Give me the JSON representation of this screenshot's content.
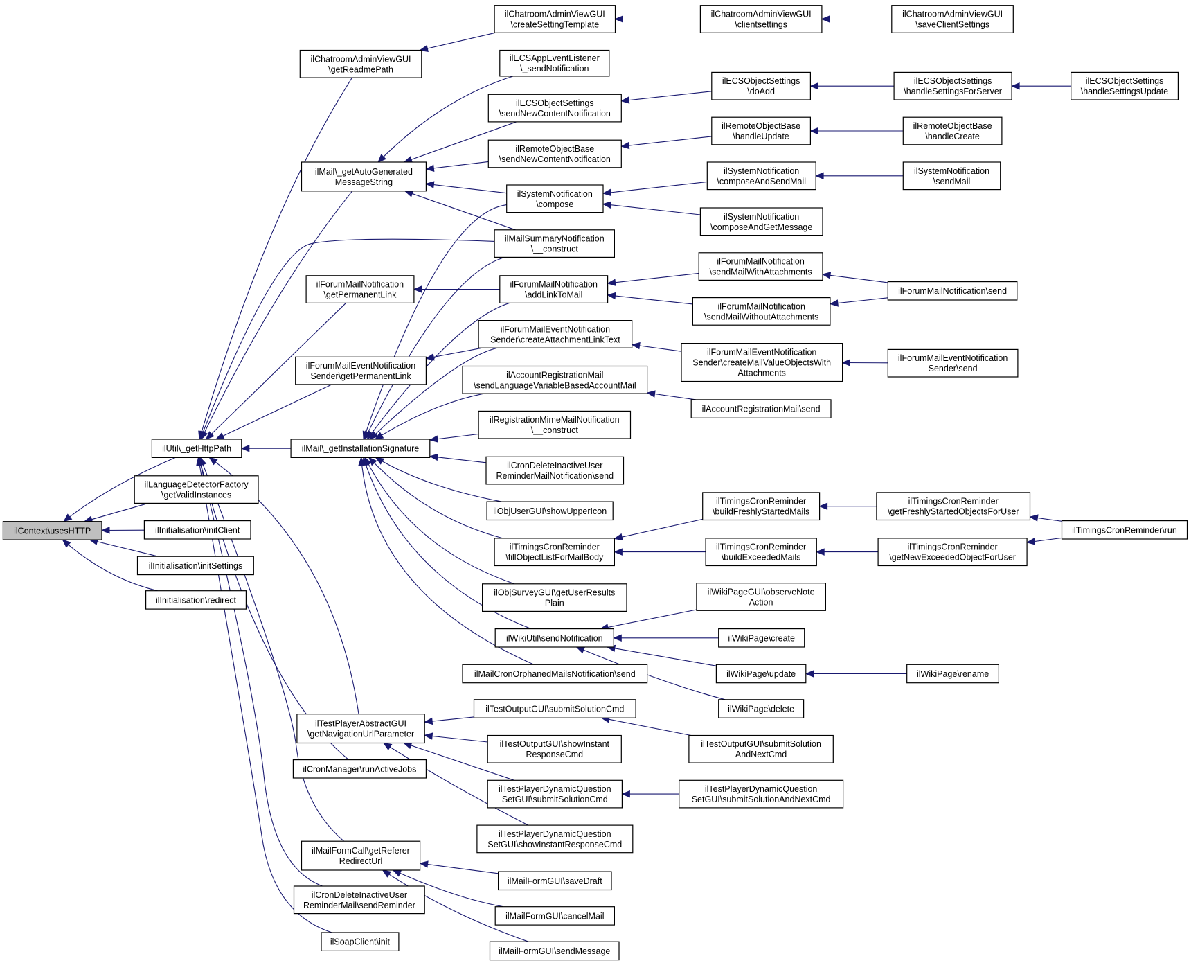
{
  "diagram": {
    "type": "caller-graph",
    "edge_color": "#191970",
    "root_fill": "#bfbfbf",
    "nodes": {
      "root": [
        "ilContext\\usesHTTP"
      ],
      "gethttppath": [
        "ilUtil\\_getHttpPath"
      ],
      "langdetect": [
        "ilLanguageDetectorFactory",
        "\\getValidInstances"
      ],
      "initclient": [
        "ilInitialisation\\initClient"
      ],
      "initsettings": [
        "ilInitialisation\\initSettings"
      ],
      "redirect": [
        "ilInitialisation\\redirect"
      ],
      "readme": [
        "ilChatroomAdminViewGUI",
        "\\getReadmePath"
      ],
      "autogen": [
        "ilMail\\_getAutoGenerated",
        "MessageString"
      ],
      "forumperm": [
        "ilForumMailNotification",
        "\\getPermanentLink"
      ],
      "forumevperm": [
        "ilForumMailEventNotification",
        "Sender\\getPermanentLink"
      ],
      "instsig": [
        "ilMail\\_getInstallationSignature"
      ],
      "testnav": [
        "ilTestPlayerAbstractGUI",
        "\\getNavigationUrlParameter"
      ],
      "cronrun": [
        "ilCronManager\\runActiveJobs"
      ],
      "formcall": [
        "ilMailFormCall\\getReferer",
        "RedirectUrl"
      ],
      "crondelrem": [
        "ilCronDeleteInactiveUser",
        "ReminderMail\\sendReminder"
      ],
      "soapinit": [
        "ilSoapClient\\init"
      ],
      "chatcreate": [
        "ilChatroomAdminViewGUI",
        "\\createSettingTemplate"
      ],
      "ecsapp": [
        "ilECSAppEventListener",
        "\\_sendNotification"
      ],
      "ecssend": [
        "ilECSObjectSettings",
        "\\sendNewContentNotification"
      ],
      "remotesend": [
        "ilRemoteObjectBase",
        "\\sendNewContentNotification"
      ],
      "syscompose": [
        "ilSystemNotification",
        "\\compose"
      ],
      "mailsummary": [
        "ilMailSummaryNotification",
        "\\__construct"
      ],
      "forumaddlink": [
        "ilForumMailNotification",
        "\\addLinkToMail"
      ],
      "forumevattach": [
        "ilForumMailEventNotification",
        "Sender\\createAttachmentLinkText"
      ],
      "accreg": [
        "ilAccountRegistrationMail",
        "\\sendLanguageVariableBasedAccountMail"
      ],
      "regmime": [
        "ilRegistrationMimeMailNotification",
        "\\__construct"
      ],
      "crondelsend": [
        "ilCronDeleteInactiveUser",
        "ReminderMailNotification\\send"
      ],
      "objuser": [
        "ilObjUserGUI\\showUpperIcon"
      ],
      "timingsfill": [
        "ilTimingsCronReminder",
        "\\fillObjectListForMailBody"
      ],
      "objsurvey": [
        "ilObjSurveyGUI\\getUserResults",
        "Plain"
      ],
      "wikisend": [
        "ilWikiUtil\\sendNotification"
      ],
      "cronorphan": [
        "ilMailCronOrphanedMailsNotification\\send"
      ],
      "testsubmit": [
        "ilTestOutputGUI\\submitSolutionCmd"
      ],
      "testshow": [
        "ilTestOutputGUI\\showInstant",
        "ResponseCmd"
      ],
      "dynsubmit": [
        "ilTestPlayerDynamicQuestion",
        "SetGUI\\submitSolutionCmd"
      ],
      "dynshow": [
        "ilTestPlayerDynamicQuestion",
        "SetGUI\\showInstantResponseCmd"
      ],
      "savedraft": [
        "ilMailFormGUI\\saveDraft"
      ],
      "cancelmail": [
        "ilMailFormGUI\\cancelMail"
      ],
      "sendmsg": [
        "ilMailFormGUI\\sendMessage"
      ],
      "chatclient": [
        "ilChatroomAdminViewGUI",
        "\\clientsettings"
      ],
      "ecsdoadd": [
        "ilECSObjectSettings",
        "\\doAdd"
      ],
      "remoteupdate": [
        "ilRemoteObjectBase",
        "\\handleUpdate"
      ],
      "syscomposesend": [
        "ilSystemNotification",
        "\\composeAndSendMail"
      ],
      "syscomposeget": [
        "ilSystemNotification",
        "\\composeAndGetMessage"
      ],
      "forumwithatt": [
        "ilForumMailNotification",
        "\\sendMailWithAttachments"
      ],
      "forumwithoutatt": [
        "ilForumMailNotification",
        "\\sendMailWithoutAttachments"
      ],
      "forumevcreate": [
        "ilForumMailEventNotification",
        "Sender\\createMailValueObjectsWith",
        "Attachments"
      ],
      "accsend": [
        "ilAccountRegistrationMail\\send"
      ],
      "timingsfresh": [
        "ilTimingsCronReminder",
        "\\buildFreshlyStartedMails"
      ],
      "timingsexceeded": [
        "ilTimingsCronReminder",
        "\\buildExceededMails"
      ],
      "wikiobserve": [
        "ilWikiPageGUI\\observeNote",
        "Action"
      ],
      "wikicreate": [
        "ilWikiPage\\create"
      ],
      "wikiupdate": [
        "ilWikiPage\\update"
      ],
      "wikidelete": [
        "ilWikiPage\\delete"
      ],
      "testsubmitnext": [
        "ilTestOutputGUI\\submitSolution",
        "AndNextCmd"
      ],
      "dynsubmitnext": [
        "ilTestPlayerDynamicQuestion",
        "SetGUI\\submitSolutionAndNextCmd"
      ],
      "chatsave": [
        "ilChatroomAdminViewGUI",
        "\\saveClientSettings"
      ],
      "ecsserver": [
        "ilECSObjectSettings",
        "\\handleSettingsForServer"
      ],
      "remotecreate": [
        "ilRemoteObjectBase",
        "\\handleCreate"
      ],
      "syssendmail": [
        "ilSystemNotification",
        "\\sendMail"
      ],
      "forumsend": [
        "ilForumMailNotification\\send"
      ],
      "forumevsend": [
        "ilForumMailEventNotification",
        "Sender\\send"
      ],
      "timingsgetfresh": [
        "ilTimingsCronReminder",
        "\\getFreshlyStartedObjectsForUser"
      ],
      "timingsgetexceeded": [
        "ilTimingsCronReminder",
        "\\getNewExceededObjectForUser"
      ],
      "wikirename": [
        "ilWikiPage\\rename"
      ],
      "ecsupdate": [
        "ilECSObjectSettings",
        "\\handleSettingsUpdate"
      ],
      "timingsrun": [
        "ilTimingsCronReminder\\run"
      ]
    }
  }
}
